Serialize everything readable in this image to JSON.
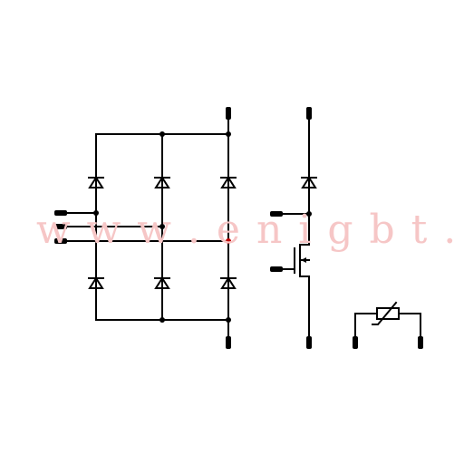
{
  "watermark": {
    "text": "w w w . e n i g b t . c o m",
    "color": "#f6c6c6"
  },
  "colors": {
    "wire": "#000000",
    "highlight_junction": "#c00000"
  },
  "components": {
    "rectifier_bridge": {
      "diode_count": 6,
      "phase_inputs": 3
    },
    "brake_chopper": {
      "elements": [
        "diode-icon",
        "igbt-icon"
      ]
    },
    "thermistor": {
      "icon": "ntc-thermistor-icon"
    }
  }
}
